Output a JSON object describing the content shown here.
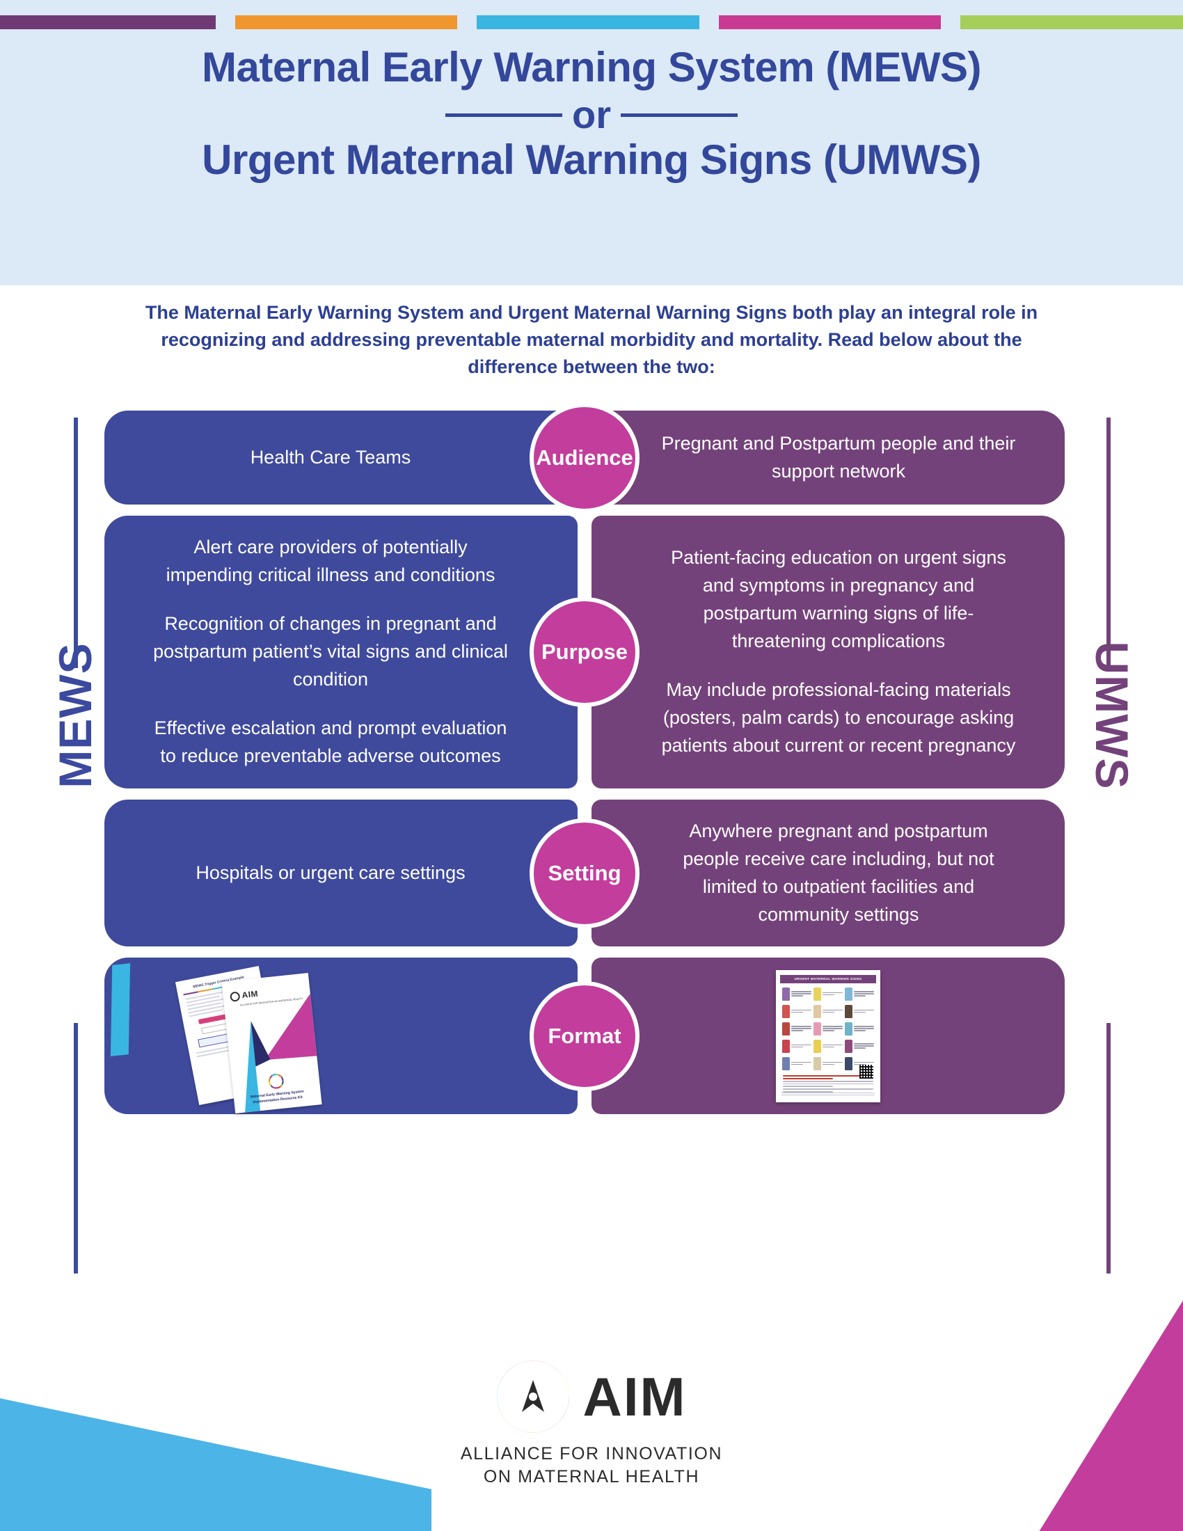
{
  "header": {
    "title_line1": "Maternal Early Warning System (MEWS)",
    "or_label": "or",
    "title_line2": "Urgent Maternal Warning Signs (UMWS)",
    "accent_bar_colors": [
      "#6f3a74",
      "#f0962e",
      "#3ab5e2",
      "#c93a92",
      "#a6ce5a"
    ],
    "band_background": "#dce9f7"
  },
  "intro": {
    "text": "The Maternal Early Warning System and Urgent Maternal Warning Signs both play an integral role in recognizing and addressing preventable maternal morbidity and mortality. Read below about the difference between the two:"
  },
  "sides": {
    "left_label": "MEWS",
    "right_label": "UMWS",
    "left_color": "#3b4a9e",
    "right_color": "#74427a"
  },
  "colors": {
    "mews_blue": "#3f4a9c",
    "umws_purple": "#74427a",
    "badge_pink": "#c33d9c",
    "header_blue": "#33479b",
    "corner_blue": "#4cb4e7",
    "corner_pink": "#c33d9c"
  },
  "rows": [
    {
      "badge": "Audience",
      "mews": [
        "Health Care Teams"
      ],
      "umws": [
        "Pregnant and Postpartum people and their support network"
      ]
    },
    {
      "badge": "Purpose",
      "mews": [
        "Alert care providers of potentially impending critical illness and conditions",
        "Recognition of changes in pregnant and postpartum patient’s vital signs and clinical condition",
        "Effective escalation and prompt evaluation to reduce preventable adverse outcomes"
      ],
      "umws": [
        "Patient-facing education on urgent signs and symptoms in pregnancy and postpartum warning signs of life-threatening complications",
        "May include professional-facing materials (posters, palm cards) to encourage asking patients about current or recent pregnancy"
      ]
    },
    {
      "badge": "Setting",
      "mews": [
        "Hospitals or urgent care settings"
      ],
      "umws": [
        "Anywhere pregnant and postpartum people receive care including, but not limited to outpatient facilities and community settings"
      ]
    },
    {
      "badge": "Format",
      "mews": [],
      "umws": []
    }
  ],
  "format_thumbnails": {
    "mews_doc_a_title": "MEWS Trigger Criteria Example",
    "mews_doc_b_logo": "AIM",
    "mews_doc_b_sub": "ALLIANCE FOR INNOVATION ON MATERNAL HEALTH",
    "mews_doc_b_caption": "Maternal Early Warning System Implementation Resource Kit",
    "umws_poster_title": "URGENT MATERNAL WARNING SIGNS"
  },
  "footer": {
    "logo_text": "AIM",
    "tagline_line1": "ALLIANCE FOR INNOVATION",
    "tagline_line2": "ON MATERNAL HEALTH"
  }
}
